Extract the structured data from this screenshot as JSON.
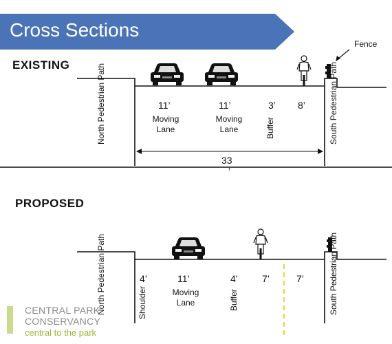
{
  "banner": {
    "title": "Cross Sections",
    "color": "#4a73b8"
  },
  "existing": {
    "heading": "EXISTING",
    "fence_label": "Fence",
    "north_path": "North Pedestrian Path",
    "south_path": "South Pedestrian Path",
    "lanes": [
      {
        "width": "11’",
        "label": "Moving Lane"
      },
      {
        "width": "11’",
        "label": "Moving Lane"
      },
      {
        "width": "3’",
        "label": "Buffer"
      },
      {
        "width": "8’",
        "label": ""
      }
    ],
    "total_width": "33",
    "tick_mark": "’"
  },
  "proposed": {
    "heading": "PROPOSED",
    "north_path": "North Pedestrian Path",
    "south_path": "South Pedestrian Path",
    "lanes": [
      {
        "width": "4’",
        "label": "Shoulder"
      },
      {
        "width": "11’",
        "label": "Moving Lane"
      },
      {
        "width": "4’",
        "label": "Buffer"
      },
      {
        "width": "7’",
        "label": ""
      },
      {
        "width": "7’",
        "label": ""
      }
    ],
    "divider_color": "#f2d23a"
  },
  "logo": {
    "line1": "CENTRAL PARK",
    "line2": "CONSERVANCY",
    "tagline": "central to the park",
    "accent": "#9cb83a"
  }
}
